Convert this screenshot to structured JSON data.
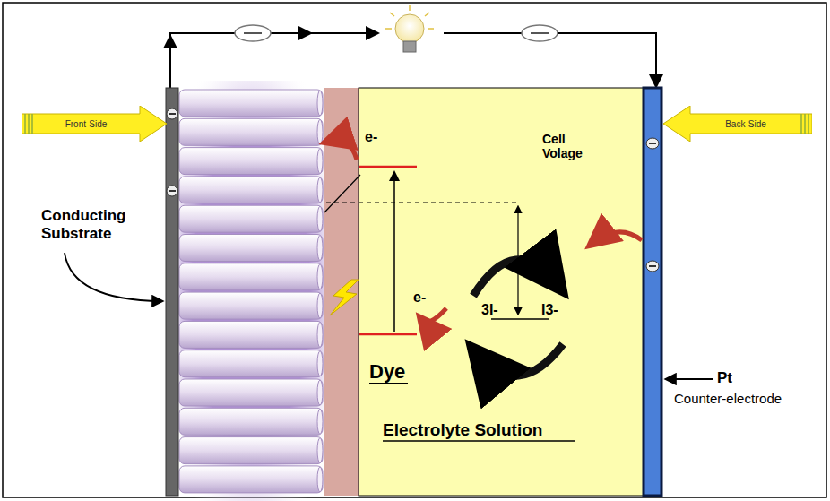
{
  "diagram": {
    "nodes": [
      {
        "text": [
          "Front-Side"
        ]
      },
      {
        "text": [
          "Back-Side"
        ]
      }
    ],
    "labels": [
      "Conducting Substrate",
      "e-",
      "e-",
      "Cell Volage",
      "3I-",
      "I3-",
      "Dye",
      "Electrolyte Solution",
      "Pt",
      "Counter-electrode"
    ]
  }
}
